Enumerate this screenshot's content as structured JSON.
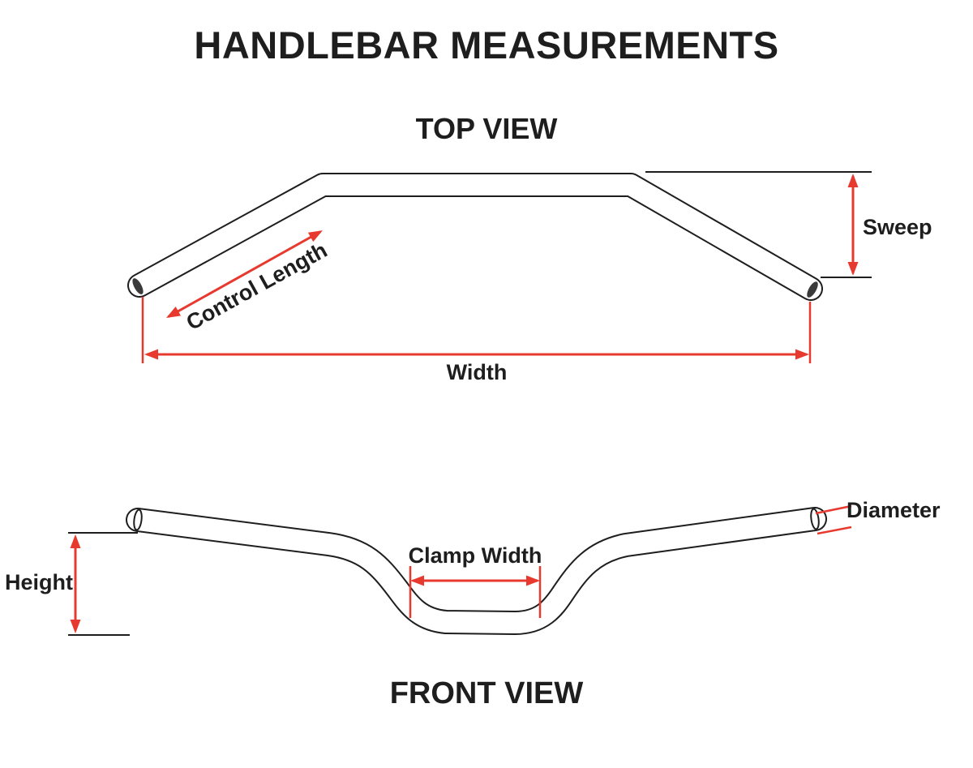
{
  "title": "HANDLEBAR MEASUREMENTS",
  "top_view": {
    "heading": "TOP VIEW",
    "labels": {
      "control_length": "Control Length",
      "sweep": "Sweep",
      "width": "Width"
    }
  },
  "front_view": {
    "heading": "FRONT VIEW",
    "labels": {
      "height": "Height",
      "clamp_width": "Clamp Width",
      "diameter": "Diameter"
    }
  },
  "colors": {
    "arrow": "#e8392f",
    "outline": "#1e1e1e",
    "background": "#ffffff"
  }
}
